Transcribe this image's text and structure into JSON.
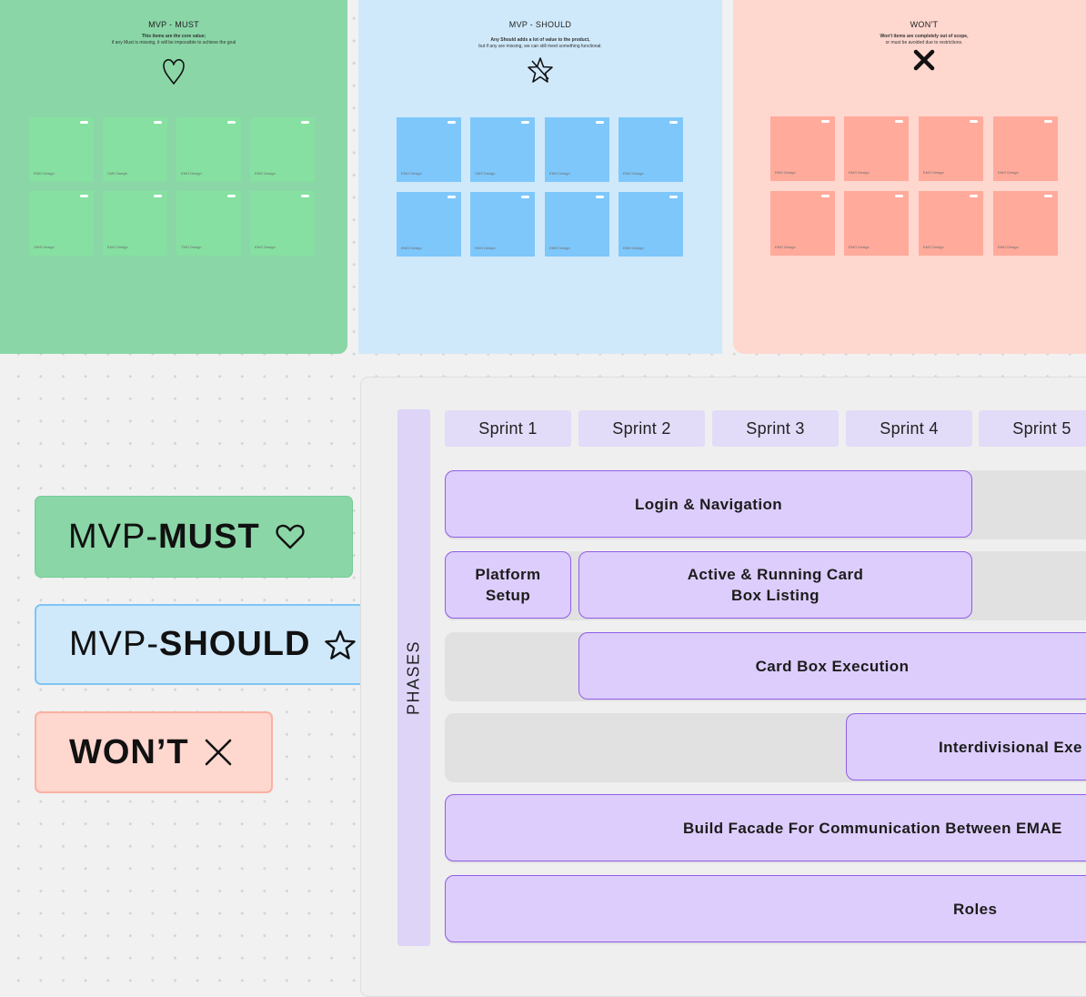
{
  "sections": {
    "must": {
      "title": "MVP - MUST",
      "desc_bold": "This items are the core value;",
      "desc": "if any Must is missing, it will be impossible to achieve the goal",
      "icon": "heart-icon",
      "color": "#8ad6a7",
      "notes": [
        "EMO Design",
        "CMS Sweph",
        "EMO Design",
        "EMO Design",
        "OMS Design",
        "EMO Design",
        "TMO Design",
        "EMO Design"
      ]
    },
    "should": {
      "title": "MVP - SHOULD",
      "desc_bold": "Any Should adds a lot of value to the product,",
      "desc": "but if any are missing, we can still meet something functional.",
      "icon": "star-icon",
      "color": "#cfe9fb",
      "notes": [
        "EMO Design",
        "CMS Design",
        "EMO Design",
        "EMO Design",
        "EMO Design",
        "EMO Design",
        "EMO Design",
        "EMO Design"
      ]
    },
    "wont": {
      "title": "WON'T",
      "desc_bold": "Won't items are completely out of scope,",
      "desc": "or must be avoided due to restrictions.",
      "icon": "x-icon",
      "color": "#fed7cf",
      "notes": [
        "EMO Design",
        "EMO Design",
        "EMO Design",
        "EMO Design",
        "EMO Design",
        "EMO Design",
        "EMO Design",
        "EMO Design"
      ]
    }
  },
  "legend": {
    "must": {
      "prefix": "MVP-",
      "strong": "MUST",
      "icon": "heart-outline-icon"
    },
    "should": {
      "prefix": "MVP-",
      "strong": "SHOULD",
      "icon": "star-outline-icon"
    },
    "wont": {
      "strong": "WON’T",
      "icon": "x-mark-icon"
    }
  },
  "roadmap": {
    "phases_label": "PHASES",
    "sprints": [
      "Sprint 1",
      "Sprint 2",
      "Sprint 3",
      "Sprint 4",
      "Sprint 5"
    ],
    "bars": [
      {
        "label": "Login & Navigation"
      },
      {
        "label": "Platform\nSetup"
      },
      {
        "label": "Active & Running Card\nBox Listing"
      },
      {
        "label": "Card Box Execution"
      },
      {
        "label": "Interdivisional Exe"
      },
      {
        "label": "Build Facade For Communication Between EMAE"
      },
      {
        "label": "Roles"
      }
    ]
  }
}
